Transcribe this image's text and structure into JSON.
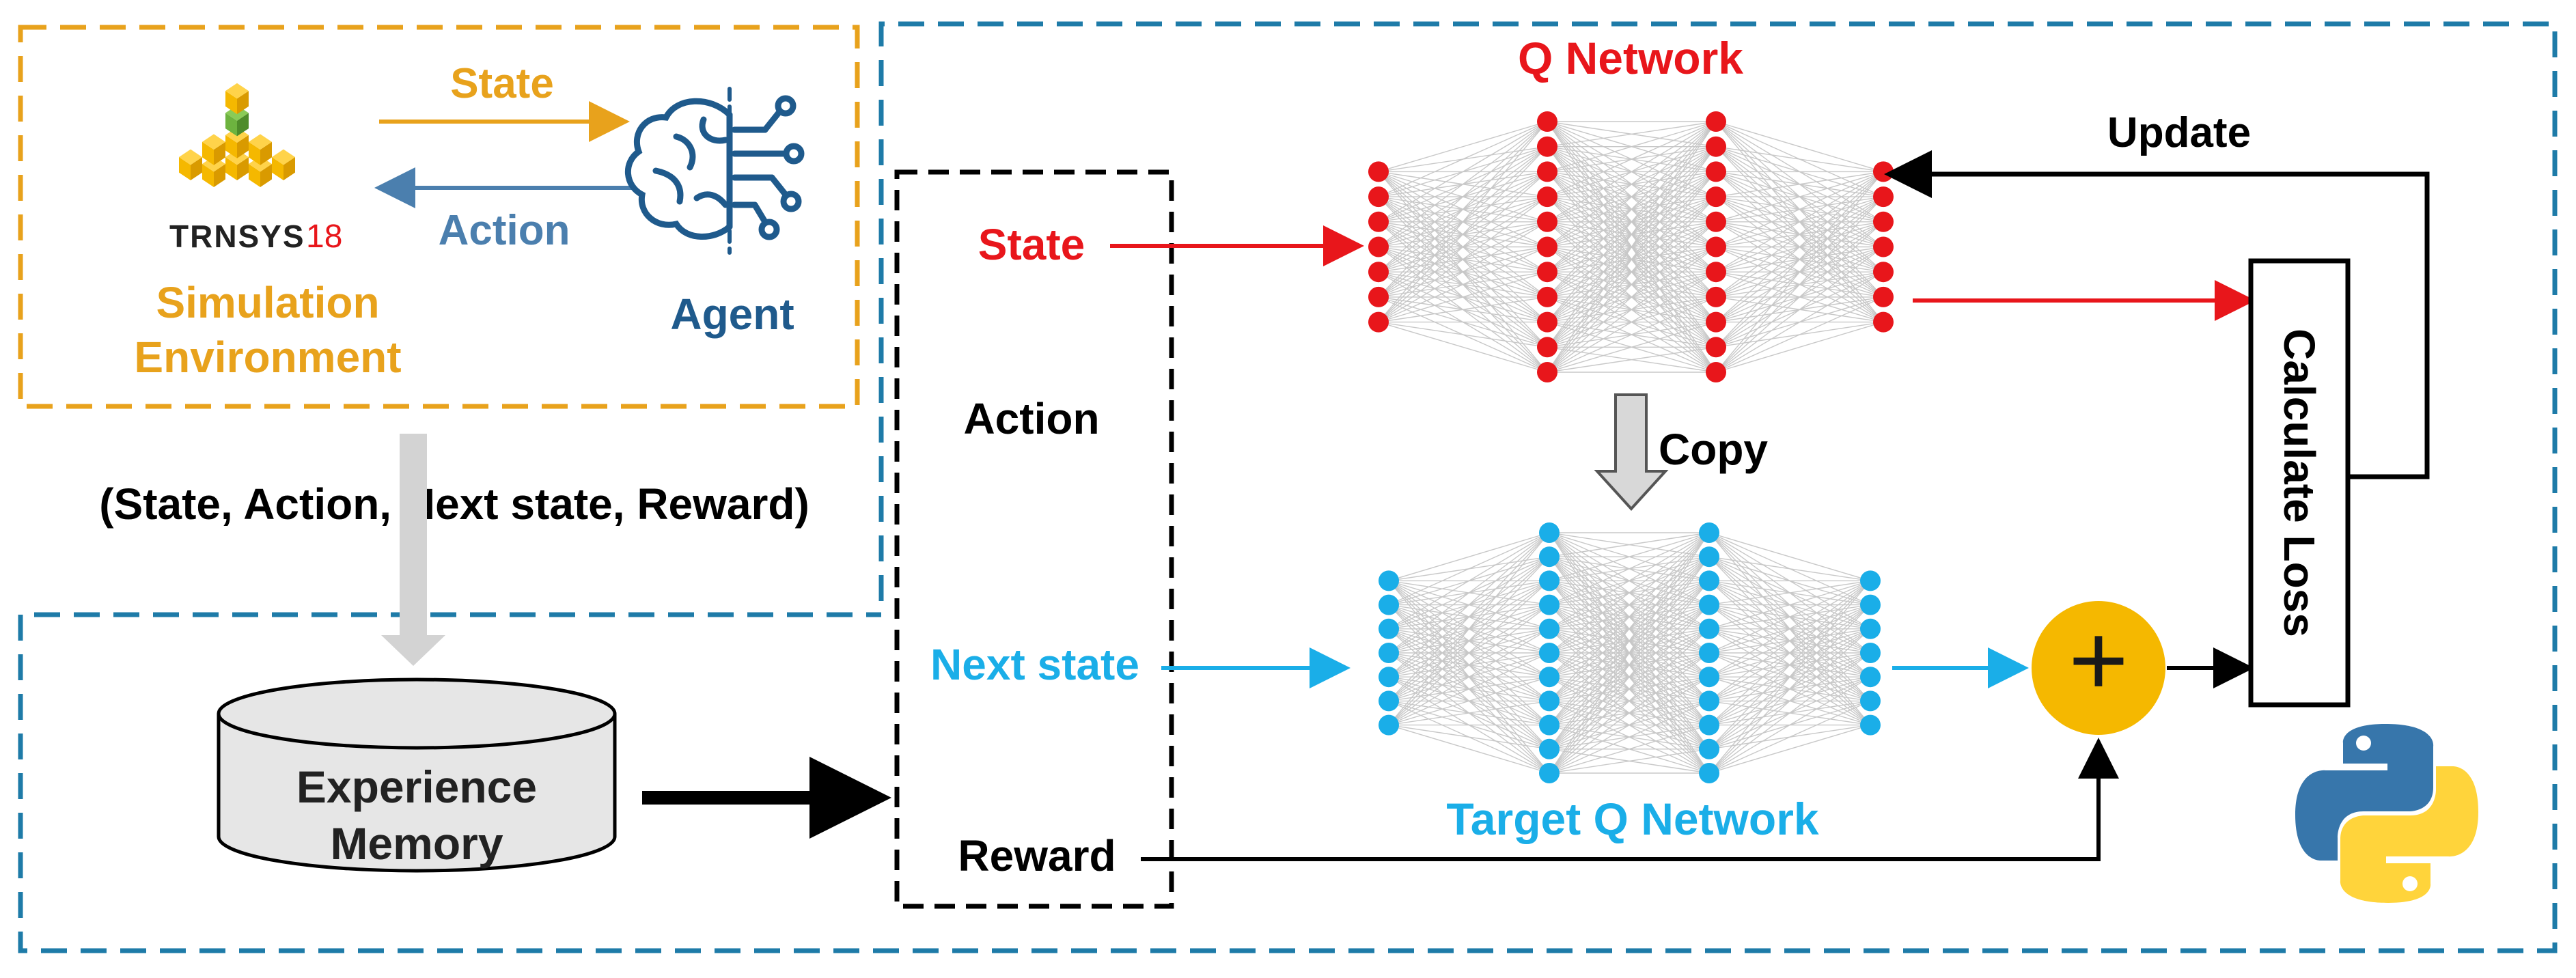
{
  "colors": {
    "orange": "#E8A21C",
    "dark_blue": "#1F5A8C",
    "steel_blue": "#4B7FAE",
    "frame_blue": "#1E7BA8",
    "red": "#E8161B",
    "cyan": "#1AAEE8",
    "black": "#000000",
    "grey_arrow": "#D3D3D3",
    "plus_circle": "#F5B800",
    "python_blue": "#3776AB",
    "python_yellow": "#FFD43B"
  },
  "env": {
    "logo_name": "TRNSYS",
    "logo_version": "18",
    "title_line1": "Simulation",
    "title_line2": "Environment",
    "state_label": "State",
    "action_label": "Action",
    "agent_label": "Agent"
  },
  "transition_label": "(State, Action, Next state, Reward)",
  "memory": {
    "line1": "Experience",
    "line2": "Memory"
  },
  "batch": {
    "action": "Action",
    "state": "State",
    "next_state": "Next state",
    "reward": "Reward"
  },
  "q_network": {
    "title": "Q Network",
    "layers": [
      7,
      11,
      11,
      7
    ]
  },
  "target_network": {
    "title": "Target Q Network",
    "layers": [
      7,
      11,
      11,
      7
    ]
  },
  "copy_label": "Copy",
  "update_label": "Update",
  "loss_label": "Calculate Loss",
  "plus_symbol": "+",
  "icons": [
    "brain-circuit-icon",
    "python-logo-icon",
    "trnsys-cubes-logo"
  ]
}
